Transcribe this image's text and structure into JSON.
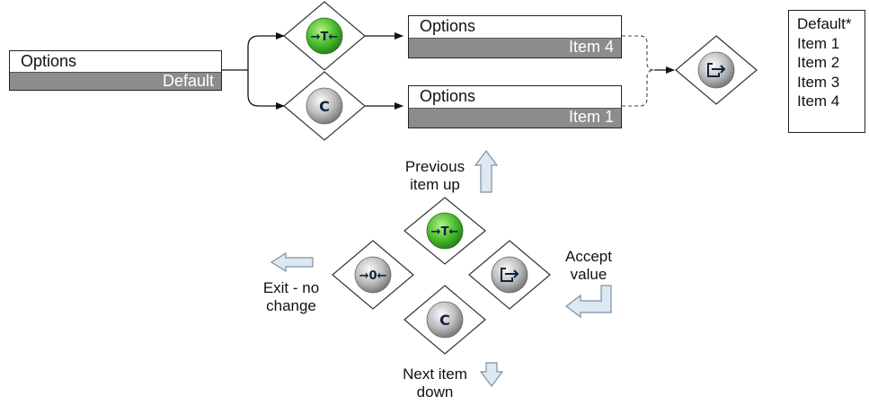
{
  "left_menu": {
    "title": "Options",
    "value": "Default"
  },
  "top_menu": {
    "title": "Options",
    "value": "Item 4"
  },
  "bottom_menu": {
    "title": "Options",
    "value": "Item 1"
  },
  "list": [
    "Default*",
    "Item 1",
    "Item 2",
    "Item 3",
    "Item 4"
  ],
  "keys": {
    "tare": {
      "glyph": "→T←",
      "icon": "tare-key-icon",
      "color": "#3fae2a"
    },
    "clear": {
      "glyph": "C",
      "icon": "clear-key-icon",
      "color": "#9a9a9a"
    },
    "zero": {
      "glyph": "→0←",
      "icon": "zero-key-icon",
      "color": "#9a9a9a"
    },
    "enter": {
      "icon": "enter-key-icon",
      "color": "#9a9a9a"
    }
  },
  "legend": {
    "previous_line1": "Previous",
    "previous_line2": "item up",
    "accept_line1": "Accept",
    "accept_line2": "value",
    "exit_line1": "Exit - no",
    "exit_line2": "change",
    "next_line1": "Next item",
    "next_line2": "down"
  }
}
